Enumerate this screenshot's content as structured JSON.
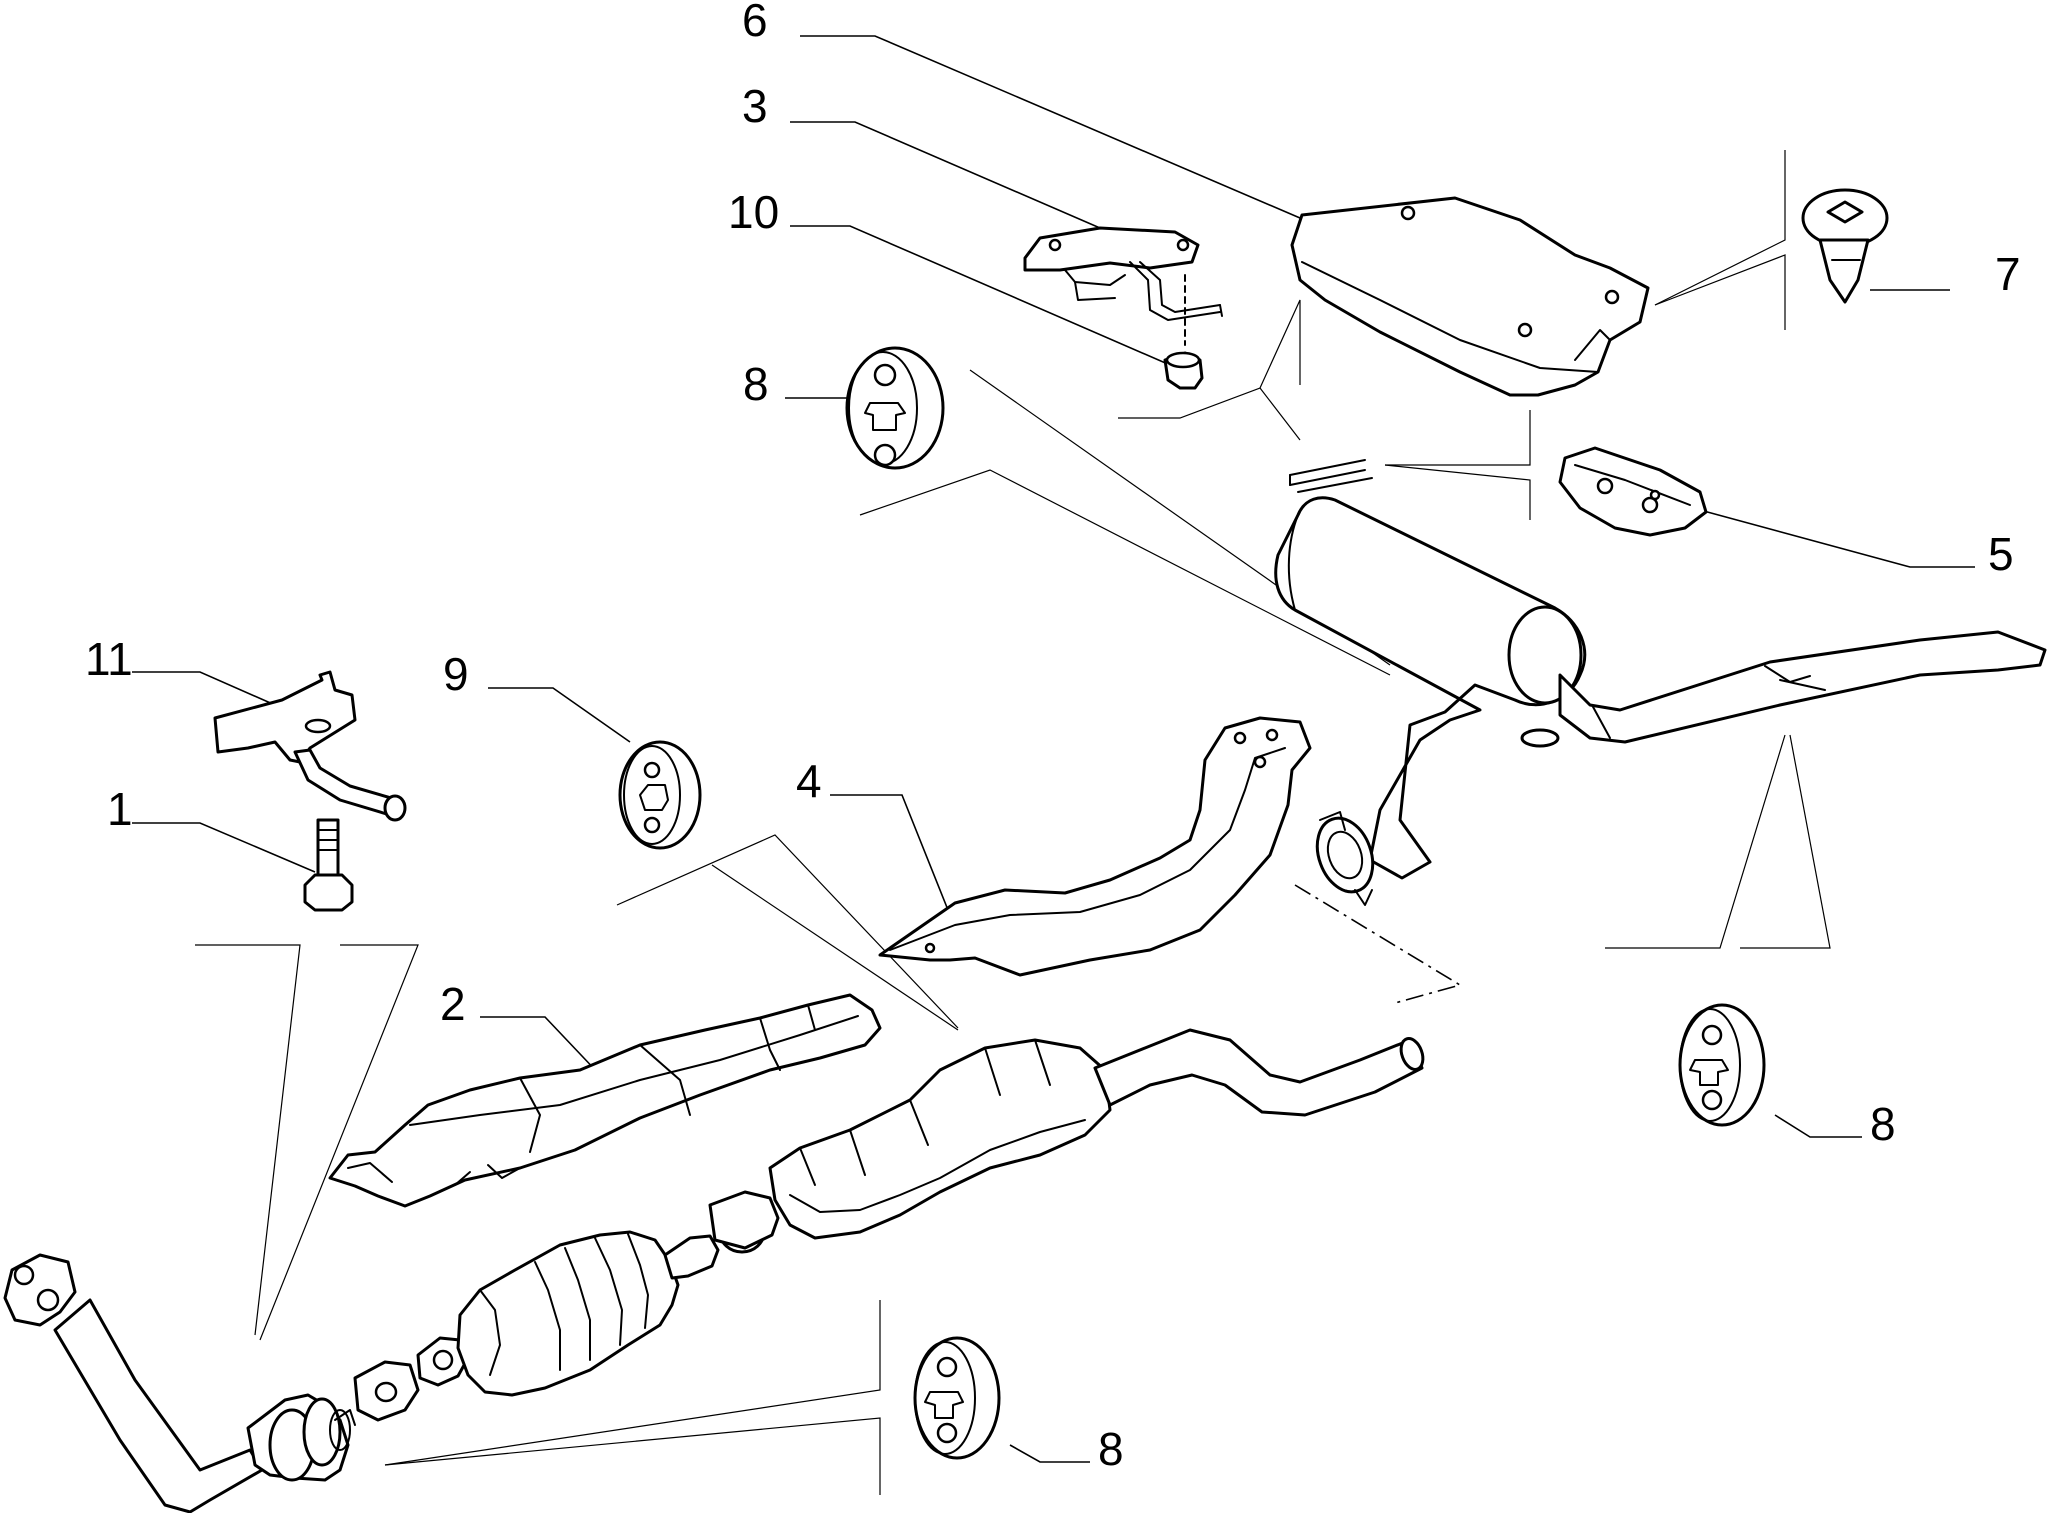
{
  "callouts": {
    "c1": "1",
    "c2": "2",
    "c3": "3",
    "c4": "4",
    "c5": "5",
    "c6": "6",
    "c7": "7",
    "c8a": "8",
    "c8b": "8",
    "c8c": "8",
    "c9": "9",
    "c10": "10",
    "c11": "11"
  }
}
